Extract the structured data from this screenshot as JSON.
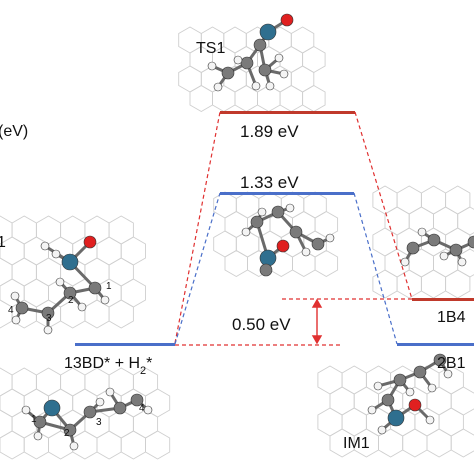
{
  "axis": {
    "label_fragment": "(eV)"
  },
  "labels": {
    "ts1": "TS1",
    "im1": "IM1",
    "reactant_prefix": "13BD* + H",
    "reactant_sub1": "2",
    "reactant_mid": "*",
    "left_mol_fragment": "1",
    "right_top_fragment": "1B4",
    "right_bottom_fragment": "2B1"
  },
  "energies": {
    "ts1": "1.89 eV",
    "mid": "1.33 eV",
    "gap": "0.50 eV"
  },
  "atom_numbers": {
    "top_mol": [
      "1",
      "2",
      "3",
      "4"
    ],
    "bottom_mol": [
      "1",
      "2",
      "3",
      "4"
    ]
  },
  "colors": {
    "red_level": "#c0392b",
    "blue_level": "#4a6fc9",
    "red_dash": "#e03030",
    "blue_dash": "#4a6fc9",
    "pt_atom": "#2f6f8f",
    "o_atom": "#e02020",
    "c_atom": "#7a7a7a",
    "h_atom": "#f4f4f4"
  }
}
